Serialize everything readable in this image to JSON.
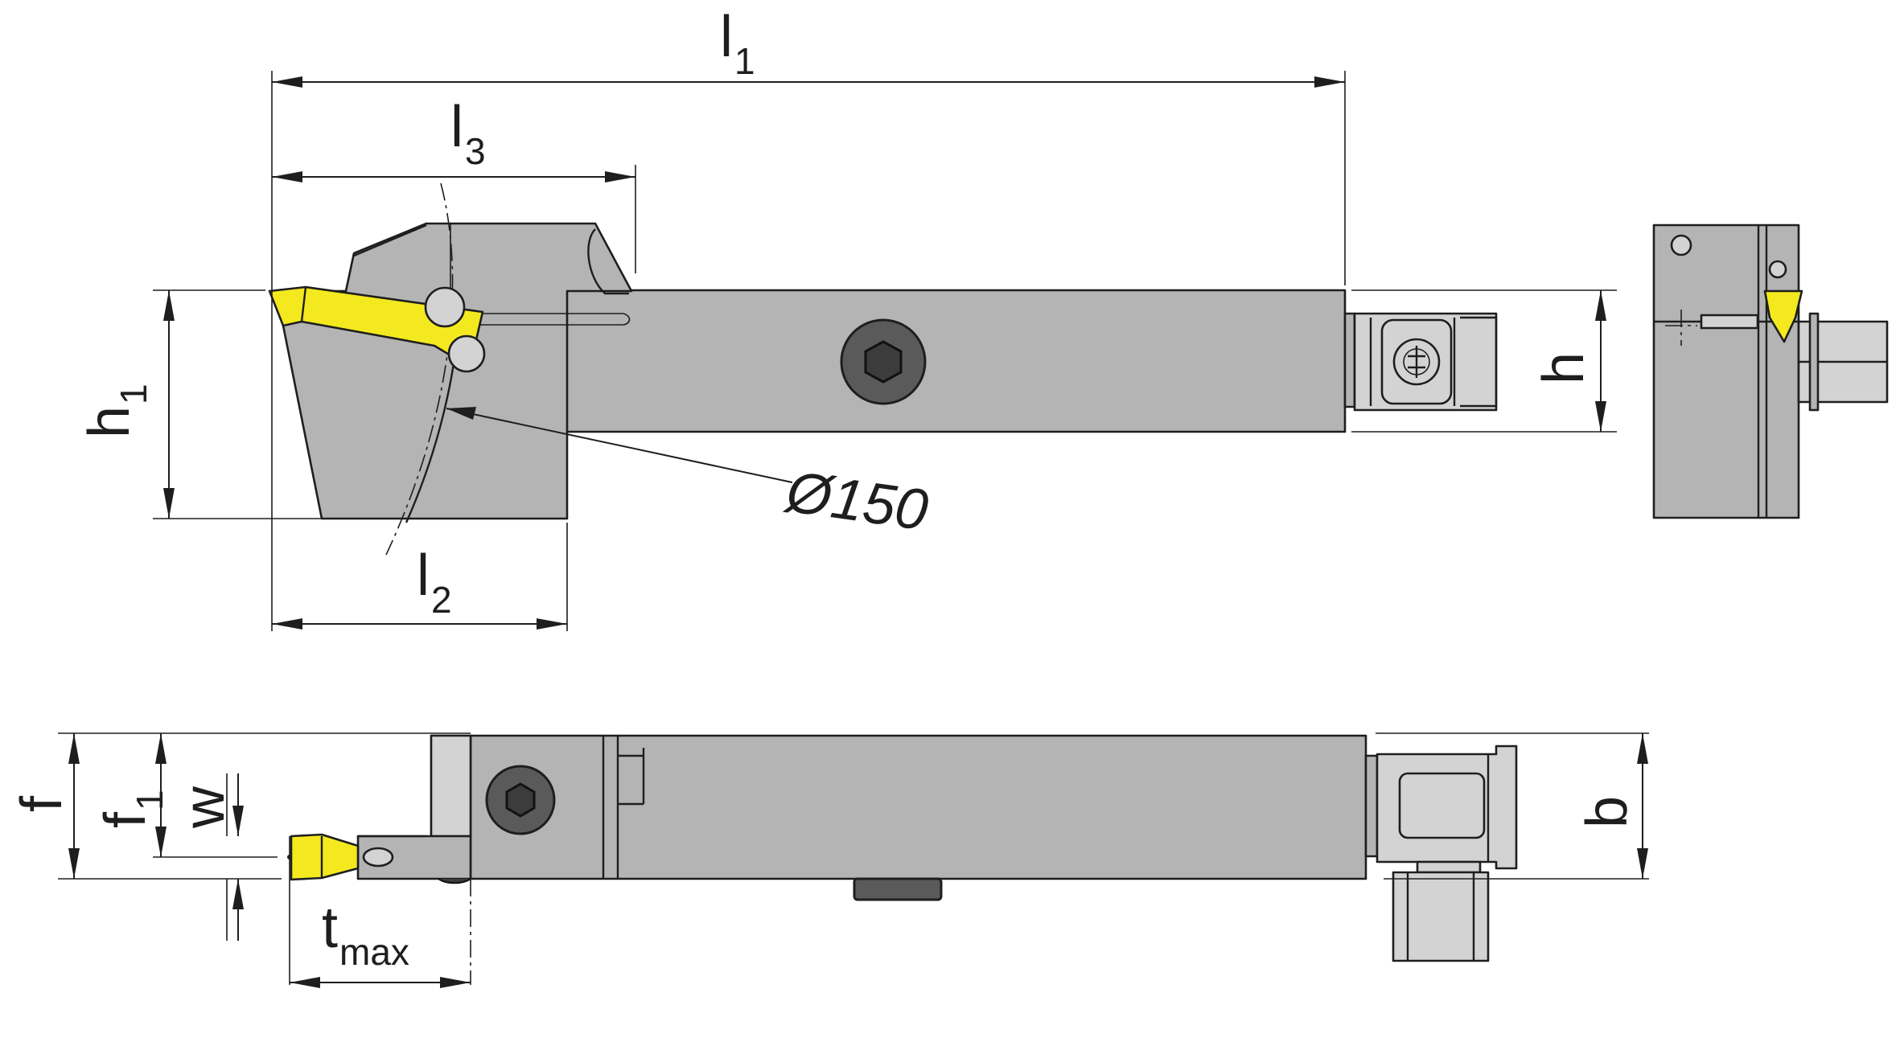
{
  "labels": {
    "l1": {
      "main": "l",
      "sub": "1"
    },
    "l3": {
      "main": "l",
      "sub": "3"
    },
    "l2": {
      "main": "l",
      "sub": "2"
    },
    "h1": {
      "main": "h",
      "sub": "1"
    },
    "h": {
      "main": "h"
    },
    "diameter": {
      "main": "Ø150"
    },
    "f": {
      "main": "f"
    },
    "f1": {
      "main": "f",
      "sub": "1"
    },
    "w": {
      "main": "w"
    },
    "b": {
      "main": "b"
    },
    "tmax": {
      "main": "t",
      "sub": "max"
    }
  },
  "colors": {
    "body": "#b4b4b4",
    "body_light": "#d3d3d3",
    "insert": "#f3e91e",
    "screw": "#5a5a5a",
    "line": "#1e1e1e"
  }
}
